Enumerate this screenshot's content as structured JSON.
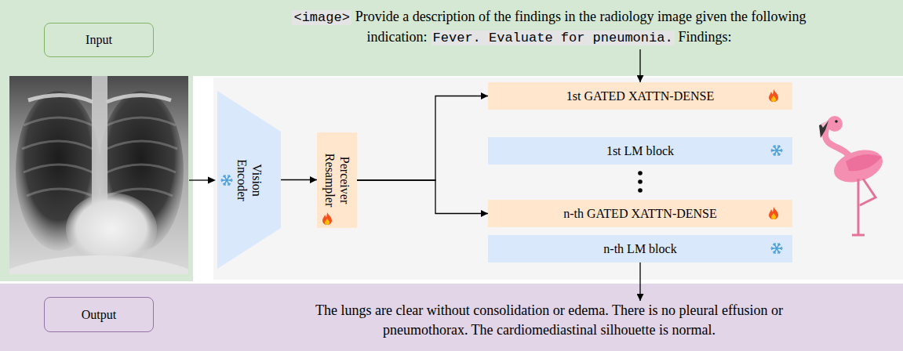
{
  "diagram": {
    "nodes": [
      {
        "text": [
          "Input"
        ]
      },
      {
        "text": [
          "<image>",
          "Provide a description of the findings in the radiology image given the following indication:",
          "Fever. Evaluate for pneumonia.",
          "Findings:"
        ]
      },
      {
        "text": [
          "Vision Encoder"
        ]
      },
      {
        "text": [
          "Perceiver Resampler"
        ]
      },
      {
        "text": [
          "1st GATED XATTN-DENSE"
        ]
      },
      {
        "text": [
          "1st LM block"
        ]
      },
      {
        "text": [
          "n-th GATED XATTN-DENSE"
        ]
      },
      {
        "text": [
          "n-th LM block"
        ]
      },
      {
        "text": [
          "Output"
        ]
      },
      {
        "text": [
          "The lungs are clear without consolidation or edema. There is no pleural effusion or pneumothorax. The cardiomediastinal silhouette is normal."
        ]
      }
    ],
    "edges": [
      {
        "from": 2,
        "to": 3,
        "arrow": "to"
      },
      {
        "from": 3,
        "to": 4,
        "arrow": "to"
      },
      {
        "from": 3,
        "to": 6,
        "arrow": "to"
      },
      {
        "from": 1,
        "to": 4,
        "arrow": "to"
      },
      {
        "from": 7,
        "to": 9,
        "arrow": "to"
      }
    ]
  }
}
